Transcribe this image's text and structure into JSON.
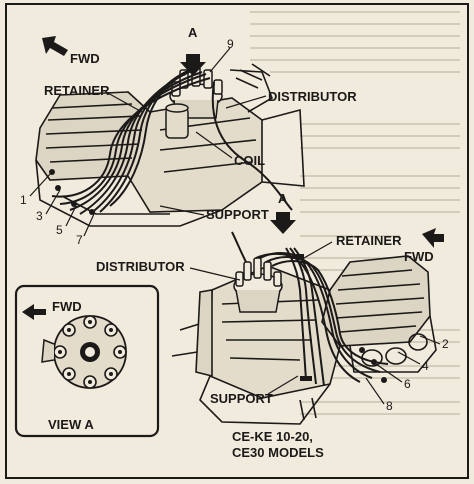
{
  "labels": {
    "fwd_top": "FWD",
    "view_a_top": "A",
    "callout_9": "9",
    "retainer_top": "RETAINER",
    "distributor_top": "DISTRIBUTOR",
    "coil": "COIL",
    "support_top": "SUPPORT",
    "callout_1": "1",
    "callout_3": "3",
    "callout_5": "5",
    "callout_7": "7",
    "view_a_bottom": "A",
    "retainer_bottom": "RETAINER",
    "fwd_right": "FWD",
    "distributor_bottom": "DISTRIBUTOR",
    "fwd_inset": "FWD",
    "callout_2": "2",
    "callout_4": "4",
    "callout_6": "6",
    "callout_8": "8",
    "support_bottom": "SUPPORT",
    "view_a_caption": "VIEW A",
    "models_line1": "CE-KE 10-20,",
    "models_line2": "CE30 MODELS"
  },
  "colors": {
    "ink": "#1c1a18",
    "paper": "#f1ebde"
  }
}
